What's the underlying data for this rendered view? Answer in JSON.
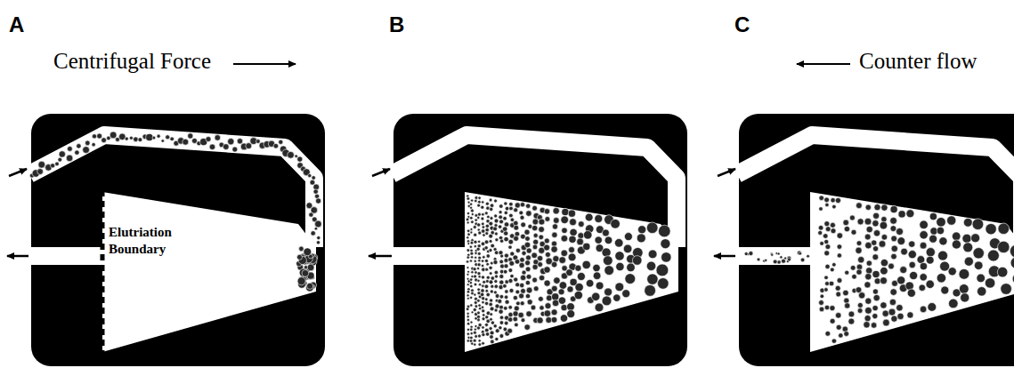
{
  "diagram": {
    "labels": [
      "A",
      "B",
      "C",
      "Centrifugal Force",
      "Elutriation Boundary",
      "Counter flow"
    ]
  }
}
